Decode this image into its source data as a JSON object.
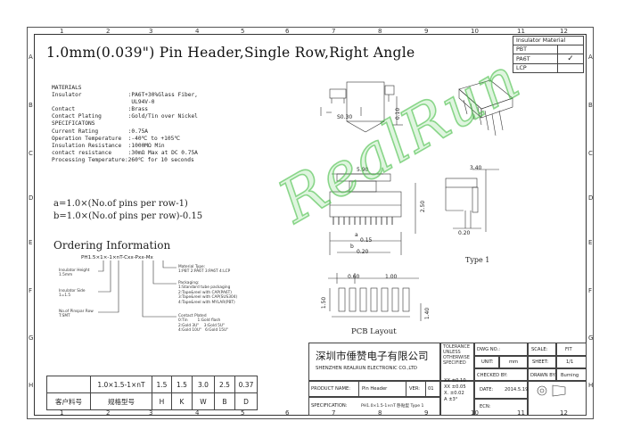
{
  "column_numbers": [
    "1",
    "2",
    "3",
    "4",
    "5",
    "6",
    "7",
    "8",
    "9",
    "10",
    "11",
    "12"
  ],
  "row_letters": [
    "A",
    "B",
    "C",
    "D",
    "E",
    "F",
    "G",
    "H"
  ],
  "title": "1.0mm(0.039\") Pin Header,Single Row,Right Angle",
  "insulator_table": {
    "header": "Insulator Material",
    "rows": [
      {
        "name": "PBT",
        "check": ""
      },
      {
        "name": "PA6T",
        "check": "✓"
      },
      {
        "name": "LCP",
        "check": ""
      }
    ]
  },
  "materials": [
    "MATERIALS",
    "Insulator              :PA6T+30%Glass Fiber,",
    "                        UL94V-0",
    "Contact                :Brass",
    "Contact Plating        :Gold/Tin over Nickel",
    "SPECIFICATONS",
    "Current Rating         :0.75A",
    "Operation Temperature  :-40℃ to +105℃",
    "Insulation Resistance  :1000MΩ Min",
    "contact resistance     :30mΩ Max at DC 0.75A",
    "Processing Temperature:260℃ for 10 seconds"
  ],
  "formula_a": "a=1.0×(No.of pins per row-1)",
  "formula_b": "b=1.0×(No.of pins per row)-0.15",
  "ordering": {
    "title": "Ordering Information",
    "code": "PH1.5×1×-1×nT-Cxx-Pxx-Mx",
    "insulator_height": "Insulator Height\n1.5mm",
    "insulator_side": "Insulator Side\n1=1.5",
    "no_pins": "No.of Pinspar Row\nT:SMT",
    "material_type": "Material Type:\n1:PBT 2:PA6T 3:PA6T 4:LCP",
    "packaging": "Packaging:\n1:Standard tube packaging\n2:Tape&reel with CAP(PA6T)\n3:Tape&reel with CAP(SUS304)\n4:Tape&reel with MYLAR(PBT)",
    "contact_plated": "Contact Plated\n0:Tin        1:Gold flash\n2:Gold 3U\"    3:Gold 5U\"\n4:Gold 10U\"   6:Gold 15U\""
  },
  "dims": {
    "d_030": "S0.30",
    "d_010": "0.10",
    "d_590": "5.90",
    "d_340": "3.40",
    "d_250": "2.50",
    "d_015": "0.15",
    "d_020": "0.20",
    "d_020b": "0.20",
    "d_060": "0.60",
    "d_100": "1.00",
    "d_150": "1.50",
    "d_140": "1.40",
    "d_a": "a",
    "d_b": "b"
  },
  "type_label": "Type 1",
  "pcb_label": "PCB Layout",
  "watermark": "RealRun",
  "bottom_table": {
    "row1": [
      "",
      "1.0×1.5-1×nT",
      "1.5",
      "1.5",
      "3.0",
      "2.5",
      "0.37"
    ],
    "row2": [
      "客户料号",
      "规格型号",
      "H",
      "K",
      "W",
      "B",
      "D"
    ]
  },
  "title_block": {
    "company_cn": "深圳市倕赞电子有限公司",
    "company_en": "SHENZHEN REALRUN ELECTRONIC CO.,LTD",
    "tolerance": "TOLERANCE\nUNLESS\nOTHERWISE\nSPECIFIED",
    "dwg_no_label": "DWG NO.:",
    "scale_label": "SCALE:",
    "scale_value": "FIT",
    "unit_label": "UNIT:",
    "unit_value": "mm",
    "sheet_label": "SHEET:",
    "sheet_value": "1/1",
    "checked_label": "CHECKED BY:",
    "drawn_label": "DRAWN BY:",
    "drawn_value": "Burning",
    "product_label": "PRODUCT NAME:",
    "product_value": "Pin Header",
    "ver_label": "VER:",
    "ver_value": "01",
    "date_label": "DATE:",
    "date_value": "2014.5.19",
    "spec_label": "SPECIFICATION:",
    "spec_value": "PH1.0×1.5-1×nT 卧贴型 Type 1",
    "ecn_label": "ECN:",
    "tol1": "XX ±0.10",
    "tol2": "XX ±0.05",
    "tol3": "X. ±0.02",
    "tol4": "A ±3°"
  }
}
